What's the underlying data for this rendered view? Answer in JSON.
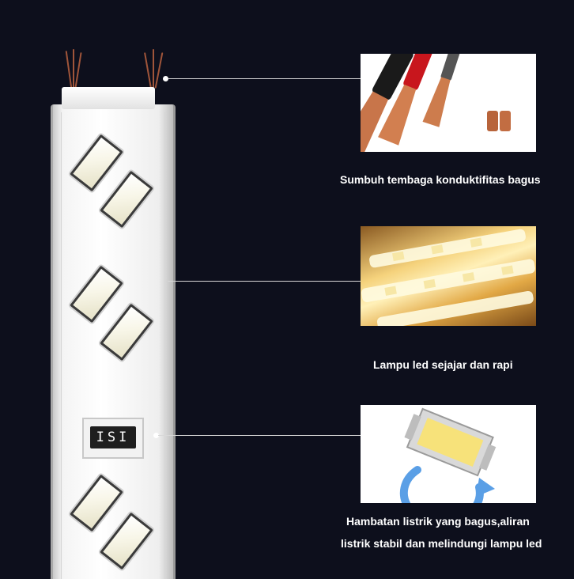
{
  "background_color": "#0d0f1c",
  "strip": {
    "chip_label": "ISI"
  },
  "features": [
    {
      "icon": "copper-wire-icon",
      "caption": "Sumbuh tembaga konduktifitas bagus"
    },
    {
      "icon": "led-strip-photo",
      "caption": "Lampu led sejajar dan rapi"
    },
    {
      "icon": "led-chip-rotate-icon",
      "caption_line1": "Hambatan listrik yang bagus,aliran",
      "caption_line2": "listrik stabil dan melindungi lampu led"
    }
  ],
  "colors": {
    "copper": "#c8754a",
    "warm_led": "#f3c66b",
    "chip_yellow": "#f7e27a",
    "arrow_blue": "#5a9fe6"
  }
}
